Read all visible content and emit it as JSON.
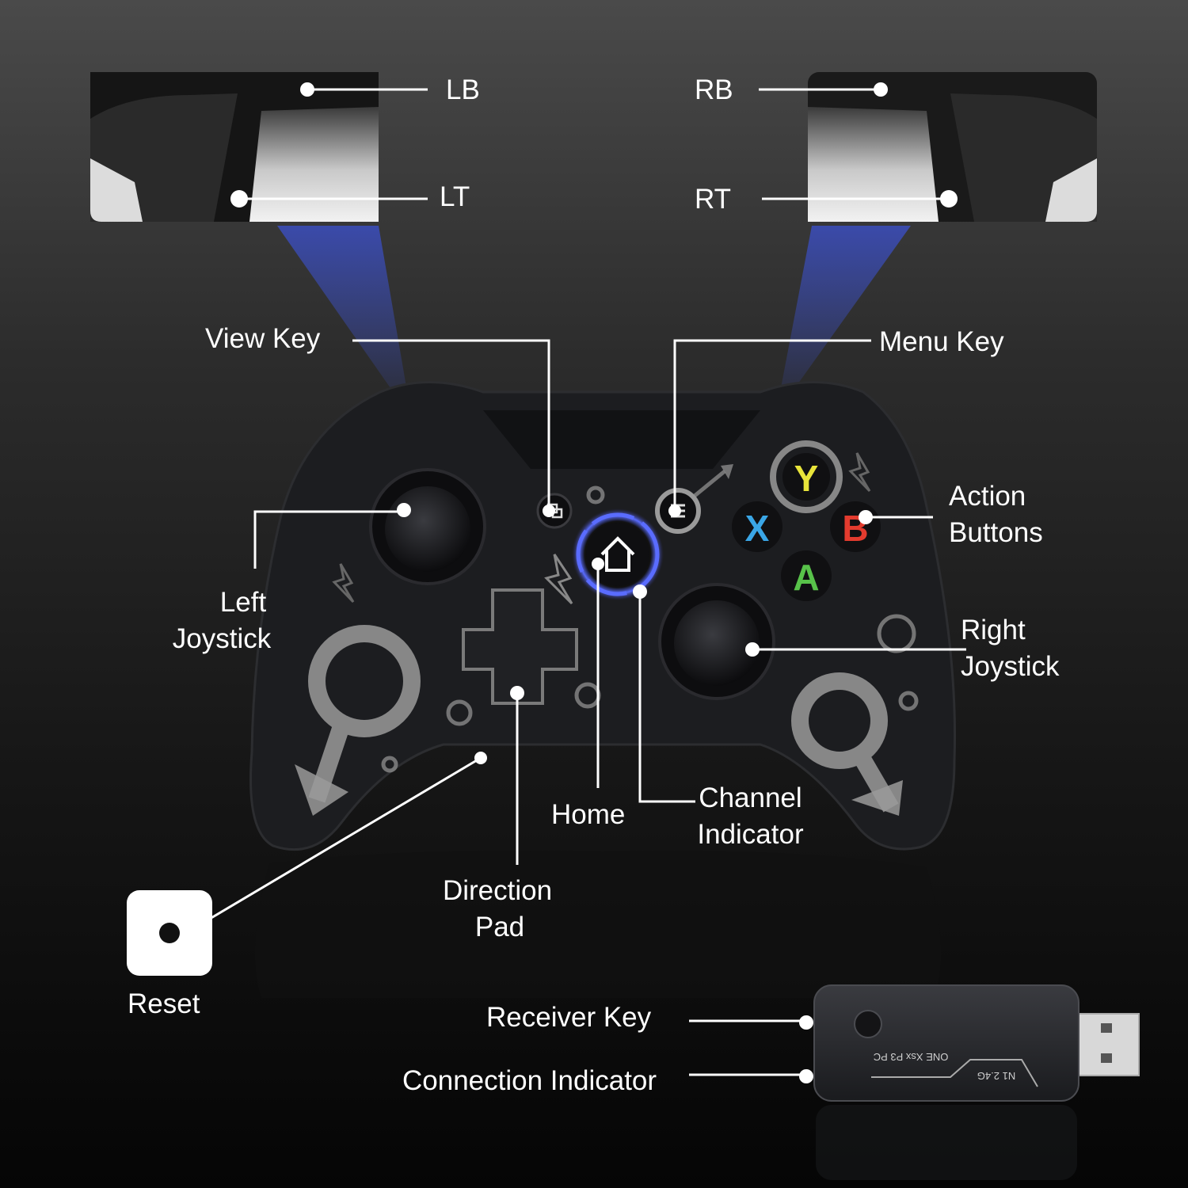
{
  "labels": {
    "lb": "LB",
    "lt": "LT",
    "rb": "RB",
    "rt": "RT",
    "view_key": "View Key",
    "menu_key": "Menu Key",
    "action_buttons": [
      "Action",
      "Buttons"
    ],
    "left_joystick": [
      "Left",
      "Joystick"
    ],
    "right_joystick": [
      "Right",
      "Joystick"
    ],
    "home": "Home",
    "channel_indicator": [
      "Channel",
      "Indicator"
    ],
    "direction_pad": [
      "Direction",
      "Pad"
    ],
    "reset": "Reset",
    "receiver_key": "Receiver Key",
    "connection_indicator": "Connection Indicator"
  },
  "face_buttons": {
    "y": "Y",
    "x": "X",
    "b": "B",
    "a": "A"
  },
  "receiver_print": {
    "line1": "ONE Xsx P3 PC",
    "line2": "N1 2.4G"
  },
  "colors": {
    "y_button": "#e8e43a",
    "x_button": "#3aa6e6",
    "b_button": "#e33b2e",
    "a_button": "#58c24a",
    "home_ring": "#5a6cff",
    "trigger_beam": "#3a4bb0",
    "controller_body": "#1c1d20",
    "accent_print": "#9a9a9a"
  },
  "icons": [
    "home-icon",
    "view-icon",
    "menu-icon",
    "male-symbol-icon",
    "lightning-icon",
    "reset-hole-icon"
  ]
}
